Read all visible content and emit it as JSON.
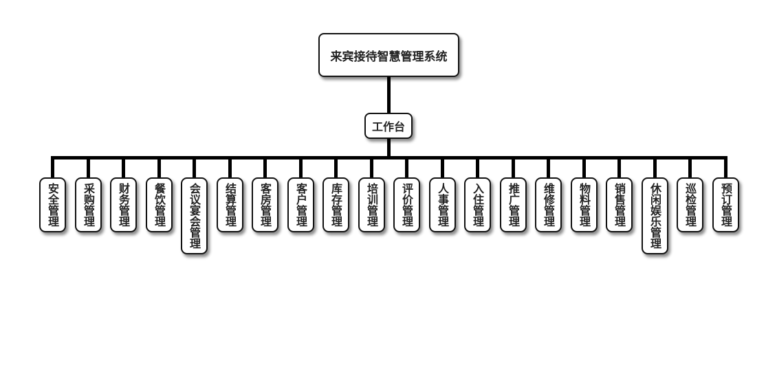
{
  "root": {
    "label": "来宾接待智慧管理系统"
  },
  "hub": {
    "label": "工作台"
  },
  "modules": [
    {
      "label": "安全管理"
    },
    {
      "label": "采购管理"
    },
    {
      "label": "财务管理"
    },
    {
      "label": "餐饮管理"
    },
    {
      "label": "会议宴会管理"
    },
    {
      "label": "结算管理"
    },
    {
      "label": "客房管理"
    },
    {
      "label": "客户管理"
    },
    {
      "label": "库存管理"
    },
    {
      "label": "培训管理"
    },
    {
      "label": "评价管理"
    },
    {
      "label": "人事管理"
    },
    {
      "label": "入住管理"
    },
    {
      "label": "推广管理"
    },
    {
      "label": "维修管理"
    },
    {
      "label": "物料管理"
    },
    {
      "label": "销售管理"
    },
    {
      "label": "休闲娱乐管理"
    },
    {
      "label": "巡检管理"
    },
    {
      "label": "预订管理"
    }
  ],
  "colors": {
    "line": "#000000",
    "border": "#111111",
    "text": "#222222",
    "background": "#ffffff"
  }
}
